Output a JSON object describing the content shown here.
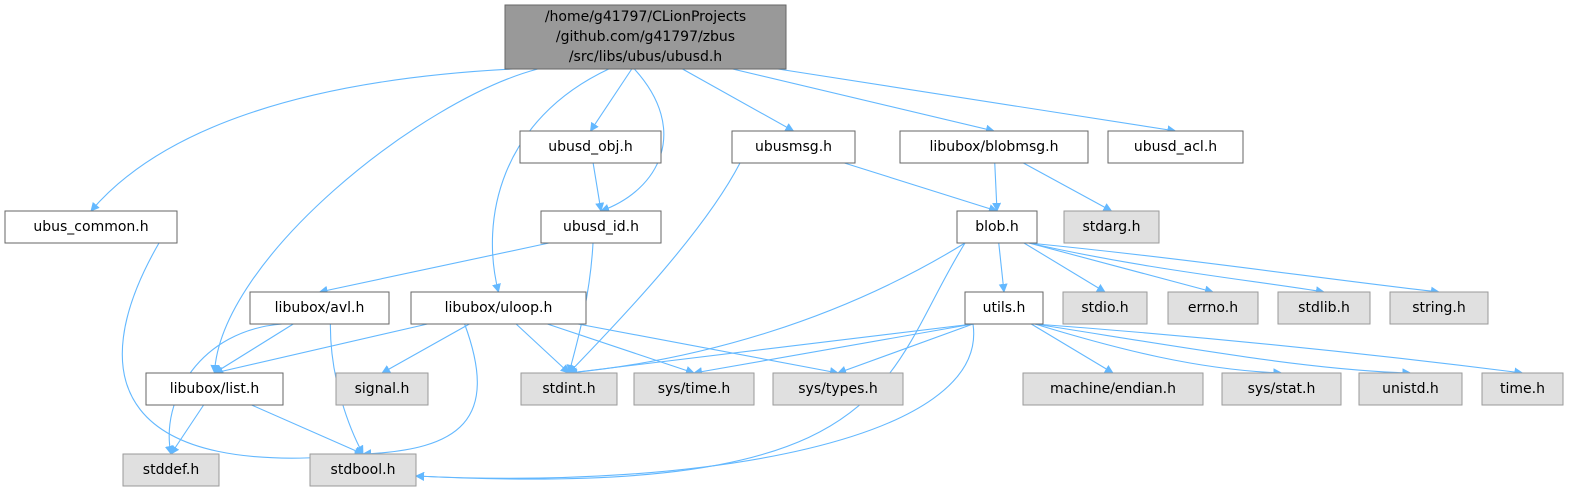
{
  "colors": {
    "edge": "#63b8ff",
    "root_fill": "#999999",
    "root_border": "#666666",
    "project_fill": "#ffffff",
    "project_border": "#666666",
    "system_fill": "#e0e0e0",
    "system_border": "#999999"
  },
  "nodes": [
    {
      "id": "ubusd_h",
      "lines": [
        "/home/g41797/CLionProjects",
        "/github.com/g41797/zbus",
        "/src/libs/ubus/ubusd.h"
      ],
      "kind": "root"
    },
    {
      "id": "ubus_common_h",
      "lines": [
        "ubus_common.h"
      ],
      "kind": "project"
    },
    {
      "id": "ubusd_obj_h",
      "lines": [
        "ubusd_obj.h"
      ],
      "kind": "project"
    },
    {
      "id": "ubusmsg_h",
      "lines": [
        "ubusmsg.h"
      ],
      "kind": "project"
    },
    {
      "id": "libubox_blobmsg_h",
      "lines": [
        "libubox/blobmsg.h"
      ],
      "kind": "project"
    },
    {
      "id": "ubusd_acl_h",
      "lines": [
        "ubusd_acl.h"
      ],
      "kind": "project"
    },
    {
      "id": "ubusd_id_h",
      "lines": [
        "ubusd_id.h"
      ],
      "kind": "project"
    },
    {
      "id": "blob_h",
      "lines": [
        "blob.h"
      ],
      "kind": "project"
    },
    {
      "id": "stdarg_h",
      "lines": [
        "stdarg.h"
      ],
      "kind": "system"
    },
    {
      "id": "libubox_avl_h",
      "lines": [
        "libubox/avl.h"
      ],
      "kind": "project"
    },
    {
      "id": "libubox_uloop_h",
      "lines": [
        "libubox/uloop.h"
      ],
      "kind": "project"
    },
    {
      "id": "utils_h",
      "lines": [
        "utils.h"
      ],
      "kind": "project"
    },
    {
      "id": "stdio_h",
      "lines": [
        "stdio.h"
      ],
      "kind": "system"
    },
    {
      "id": "errno_h",
      "lines": [
        "errno.h"
      ],
      "kind": "system"
    },
    {
      "id": "stdlib_h",
      "lines": [
        "stdlib.h"
      ],
      "kind": "system"
    },
    {
      "id": "string_h",
      "lines": [
        "string.h"
      ],
      "kind": "system"
    },
    {
      "id": "libubox_list_h",
      "lines": [
        "libubox/list.h"
      ],
      "kind": "project"
    },
    {
      "id": "signal_h",
      "lines": [
        "signal.h"
      ],
      "kind": "system"
    },
    {
      "id": "stdint_h",
      "lines": [
        "stdint.h"
      ],
      "kind": "system"
    },
    {
      "id": "sys_time_h",
      "lines": [
        "sys/time.h"
      ],
      "kind": "system"
    },
    {
      "id": "sys_types_h",
      "lines": [
        "sys/types.h"
      ],
      "kind": "system"
    },
    {
      "id": "machine_endian_h",
      "lines": [
        "machine/endian.h"
      ],
      "kind": "system"
    },
    {
      "id": "sys_stat_h",
      "lines": [
        "sys/stat.h"
      ],
      "kind": "system"
    },
    {
      "id": "unistd_h",
      "lines": [
        "unistd.h"
      ],
      "kind": "system"
    },
    {
      "id": "time_h",
      "lines": [
        "time.h"
      ],
      "kind": "system"
    },
    {
      "id": "stddef_h",
      "lines": [
        "stddef.h"
      ],
      "kind": "system"
    },
    {
      "id": "stdbool_h",
      "lines": [
        "stdbool.h"
      ],
      "kind": "system"
    }
  ],
  "edges": [
    [
      "ubusd_h",
      "ubus_common_h"
    ],
    [
      "ubusd_h",
      "libubox_list_h"
    ],
    [
      "ubusd_h",
      "libubox_uloop_h"
    ],
    [
      "ubusd_h",
      "ubusd_obj_h"
    ],
    [
      "ubusd_h",
      "ubusd_id_h"
    ],
    [
      "ubusd_h",
      "ubusmsg_h"
    ],
    [
      "ubusd_h",
      "libubox_blobmsg_h"
    ],
    [
      "ubusd_h",
      "ubusd_acl_h"
    ],
    [
      "ubus_common_h",
      "stdbool_h"
    ],
    [
      "ubusd_obj_h",
      "ubusd_id_h"
    ],
    [
      "ubusd_id_h",
      "libubox_avl_h"
    ],
    [
      "ubusd_id_h",
      "stdint_h"
    ],
    [
      "ubusmsg_h",
      "blob_h"
    ],
    [
      "ubusmsg_h",
      "stdint_h"
    ],
    [
      "libubox_blobmsg_h",
      "blob_h"
    ],
    [
      "libubox_blobmsg_h",
      "stdarg_h"
    ],
    [
      "blob_h",
      "utils_h"
    ],
    [
      "blob_h",
      "stdio_h"
    ],
    [
      "blob_h",
      "errno_h"
    ],
    [
      "blob_h",
      "stdlib_h"
    ],
    [
      "blob_h",
      "string_h"
    ],
    [
      "blob_h",
      "stdint_h"
    ],
    [
      "blob_h",
      "stdbool_h"
    ],
    [
      "libubox_avl_h",
      "libubox_list_h"
    ],
    [
      "libubox_avl_h",
      "stddef_h"
    ],
    [
      "libubox_avl_h",
      "stdbool_h"
    ],
    [
      "libubox_uloop_h",
      "libubox_list_h"
    ],
    [
      "libubox_uloop_h",
      "signal_h"
    ],
    [
      "libubox_uloop_h",
      "stdint_h"
    ],
    [
      "libubox_uloop_h",
      "sys_time_h"
    ],
    [
      "libubox_uloop_h",
      "sys_types_h"
    ],
    [
      "libubox_uloop_h",
      "stdbool_h"
    ],
    [
      "utils_h",
      "stdint_h"
    ],
    [
      "utils_h",
      "sys_time_h"
    ],
    [
      "utils_h",
      "sys_types_h"
    ],
    [
      "utils_h",
      "machine_endian_h"
    ],
    [
      "utils_h",
      "sys_stat_h"
    ],
    [
      "utils_h",
      "unistd_h"
    ],
    [
      "utils_h",
      "time_h"
    ],
    [
      "utils_h",
      "stdbool_h"
    ],
    [
      "libubox_list_h",
      "stddef_h"
    ],
    [
      "libubox_list_h",
      "stdbool_h"
    ]
  ]
}
